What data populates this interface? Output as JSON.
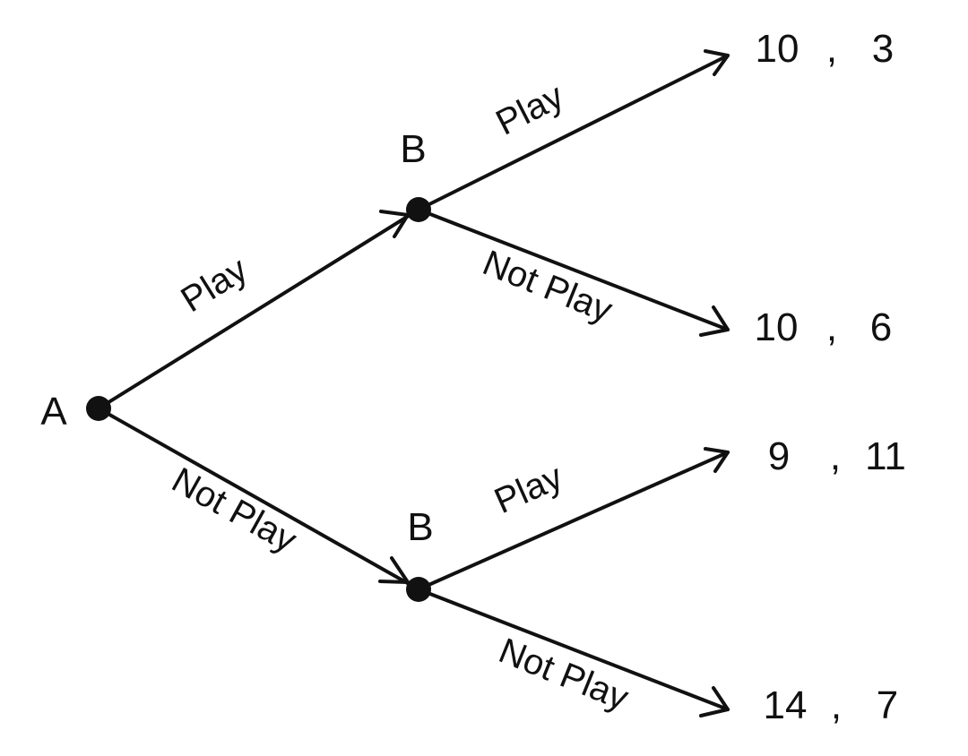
{
  "game_tree": {
    "root": {
      "player": "A",
      "actions": {
        "play": "Play",
        "not_play": "Not Play"
      }
    },
    "upper_node": {
      "player": "B",
      "actions": {
        "play": "Play",
        "not_play": "Not Play"
      }
    },
    "lower_node": {
      "player": "B",
      "actions": {
        "play": "Play",
        "not_play": "Not Play"
      }
    },
    "payoffs": [
      {
        "a": "10",
        "b": "3",
        "sep": ","
      },
      {
        "a": "10",
        "b": "6",
        "sep": ","
      },
      {
        "a": "9",
        "b": "11",
        "sep": ","
      },
      {
        "a": "14",
        "b": "7",
        "sep": ","
      }
    ]
  }
}
